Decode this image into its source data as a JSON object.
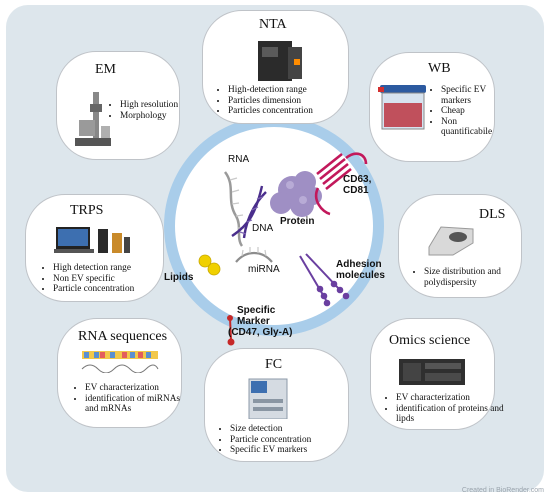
{
  "center": {
    "labels": {
      "rna": "RNA",
      "dna": "DNA",
      "protein": "Protein",
      "cd_markers": "CD63, CD81",
      "mirna": "miRNA",
      "lipids": "Lipids",
      "adhesion": "Adhesion molecules",
      "specific_marker": "Specific Marker",
      "specific_marker_examples": "(CD47, Gly-A)"
    }
  },
  "methods": {
    "em": {
      "title": "EM",
      "items": [
        "High resolution",
        "Morphology"
      ]
    },
    "nta": {
      "title": "NTA",
      "items": [
        "High-detection range",
        "Particles dimension",
        "Particles concentration"
      ]
    },
    "wb": {
      "title": "WB",
      "items": [
        "Specific EV markers",
        "Cheap",
        "Non quantificabile"
      ]
    },
    "trps": {
      "title": "TRPS",
      "items": [
        "High detection range",
        "Non EV specific",
        "Particle concentration"
      ]
    },
    "dls": {
      "title": "DLS",
      "items": [
        "Size distribution and polydispersity"
      ]
    },
    "rnaseq": {
      "title": "RNA sequences",
      "items": [
        "EV characterization",
        "identification of miRNAs and mRNAs"
      ]
    },
    "fc": {
      "title": "FC",
      "items": [
        "Size detection",
        "Particle concentration",
        "Specific EV markers"
      ]
    },
    "omics": {
      "title": "Omics science",
      "items": [
        "EV characterization",
        "identification of proteins and lipds"
      ]
    }
  },
  "colors": {
    "background": "#dde6ec",
    "vesicle_ring": "#a9cdea",
    "card_border": "#bfc3c8",
    "protein": "#9f8fc4",
    "cd_markers": "#c2185b",
    "lipid": "#f0d000",
    "adhesion": "#6a3fa0",
    "dna": "#4a2e8c",
    "marker": "#c62828"
  },
  "credit": "Created in BioRender.com"
}
